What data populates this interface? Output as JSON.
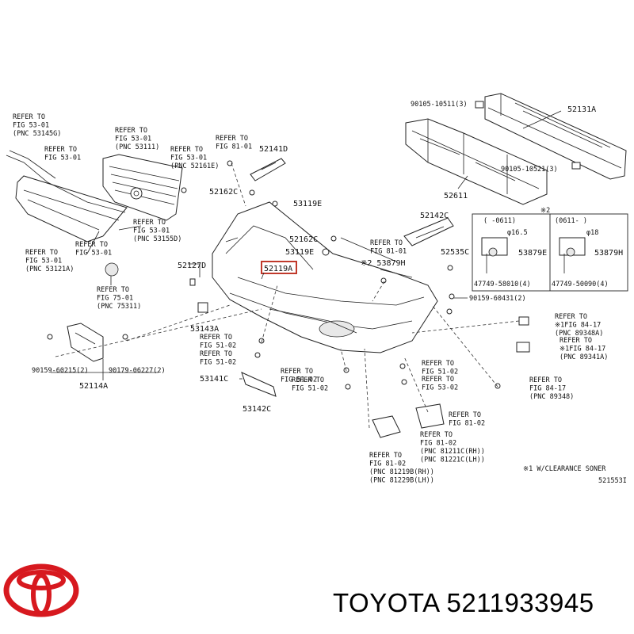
{
  "highlight_color": "#c0392b",
  "refs": {
    "grille_left": "REFER TO\nFIG 53-01\n(PNC 53145G)",
    "fig53_a": "REFER TO\nFIG 53-01",
    "grille_top": "REFER TO\nFIG 53-01\n(PNC 53111)",
    "emblem_top": "REFER TO\nFIG 53-01\n(PNC 52161E)",
    "fig81_top": "REFER TO\nFIG 81-01",
    "grille_right": "REFER TO\nFIG 53-01\n(PNC 53155D)",
    "fig53_b": "REFER TO\nFIG 53-01",
    "frame_left": "REFER TO\nFIG 53-01\n(PNC 53121A)",
    "fig75": "REFER TO\nFIG 75-01\n(PNC 75311)",
    "fig81_mid": "REFER TO\nFIG 81-01",
    "fig51_a": "REFER TO\nFIG 51-02",
    "fig51_b": "REFER TO\nFIG 51-02",
    "fig51_c": "REFER TO\nFIG 51-02",
    "fig51_d": "REFER TO\nFIG 51-02",
    "fig51_e": "REFER TO\nFIG 51-02",
    "fig53_c": "REFER TO\nFIG 53-02",
    "fig81_right": "REFER TO\nFIG 81-02",
    "fig81_lamp": "REFER TO\nFIG 81-02\n(PNC 81211C(RH))\n(PNC 81221C(LH))",
    "fig81_bottom": "REFER TO\nFIG 81-02\n(PNC 81219B(RH))\n(PNC 81229B(LH))",
    "fig84_a": "REFER TO\n※1FIG 84-17\n(PNC 89348A)",
    "fig84_b": "REFER TO\n※1FIG 84-17\n(PNC 89341A)",
    "fig84_c": "REFER TO\nFIG 84-17\n(PNC 89348)"
  },
  "parts": {
    "p52131A": "52131A",
    "p90105_top": "90105-10511(3)",
    "p90105_bot": "90105-10521(3)",
    "p52611": "52611",
    "p52141D": "52141D",
    "p52162C_a": "52162C",
    "p53119E_a": "53119E",
    "p52142C": "52142C",
    "p52162C_b": "52162C",
    "p53119E_b": "53119E",
    "p53879H_a": "※2 53879H",
    "p52535C": "52535C",
    "p52127D": "52127D",
    "p52119A": "52119A",
    "p90159_6043": "90159-60431(2)",
    "p53143A": "53143A",
    "p90159_6021": "90159-60215(2)",
    "p90179": "90179-06227(2)",
    "p52114A": "52114A",
    "p53141C": "53141C",
    "p53142C": "53142C",
    "box_a_dates": "(    -0611)",
    "box_b_dates": "(0611-    )",
    "box_a_small": "φ16.5",
    "box_b_small": "φ18",
    "box_a_part": "53879E",
    "box_b_part": "53879H",
    "box_a_sensor": "47749-58010(4)",
    "box_b_sensor": "47749-50090(4)",
    "box_mark": "※2"
  },
  "footnote": "※1 W/CLEARANCE SONER",
  "diagram_code": "521553I",
  "brand": "TOYOTA",
  "part_number": "5211933945"
}
